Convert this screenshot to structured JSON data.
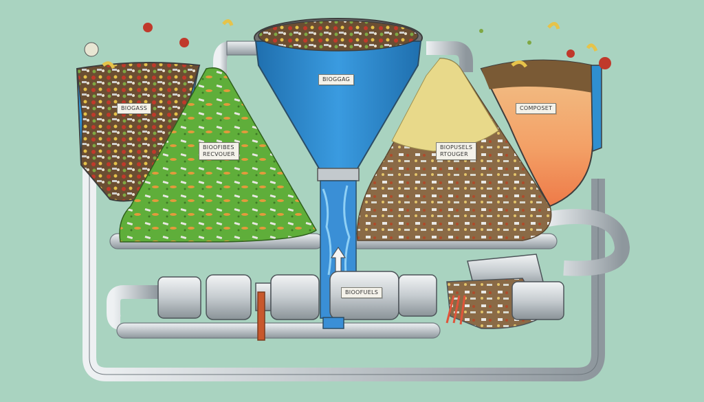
{
  "labels": {
    "left_hopper": "BIOGASS",
    "funnel": "BIOGGAG",
    "right_hopper": "COMPOSET",
    "green_pile": "BIOOFIBES\nRECVOUER",
    "yellow_pile": "BIOPUSELS\nRTOUGER",
    "bottom_tank": "BIOOFUELS"
  },
  "colors": {
    "background": "#a9d3c0",
    "funnel_blue": "#2f8fd0",
    "green_pile": "#5fae3a",
    "yellow_pile": "#e8d98a",
    "compost_orange": "#f0955a",
    "pipe_steel": "#c9ced2"
  }
}
